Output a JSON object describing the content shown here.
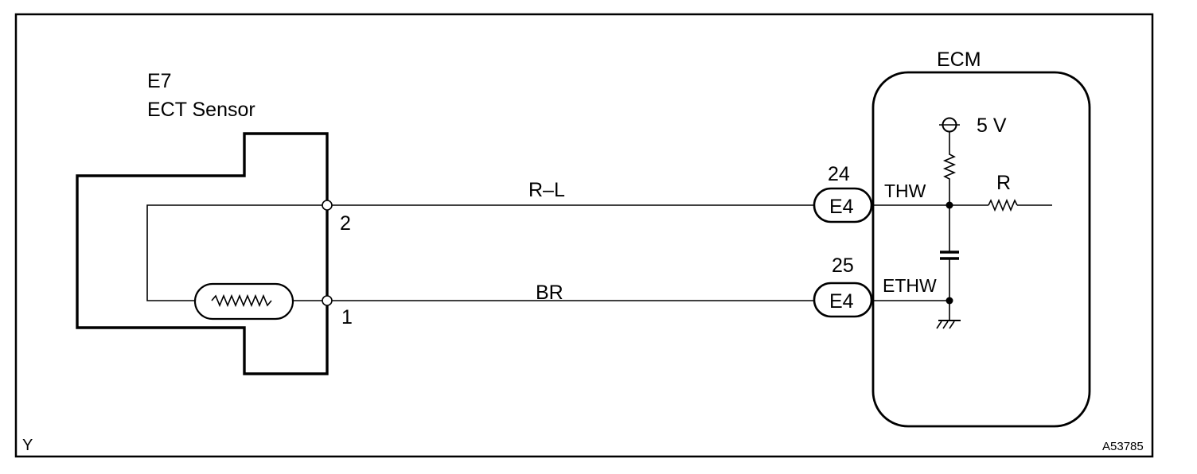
{
  "sensor": {
    "code": "E7",
    "name": "ECT Sensor"
  },
  "sensor_pins": {
    "pin_2": "2",
    "pin_1": "1"
  },
  "wires": {
    "upper": "R–L",
    "lower": "BR"
  },
  "connectors": {
    "upper": {
      "pin": "24",
      "code": "E4"
    },
    "lower": {
      "pin": "25",
      "code": "E4"
    }
  },
  "ecm": {
    "title": "ECM",
    "supply": "5 V",
    "terminal_upper": "THW",
    "terminal_lower": "ETHW",
    "resistor": "R"
  },
  "corner_left": "Y",
  "figure_id": "A53785"
}
